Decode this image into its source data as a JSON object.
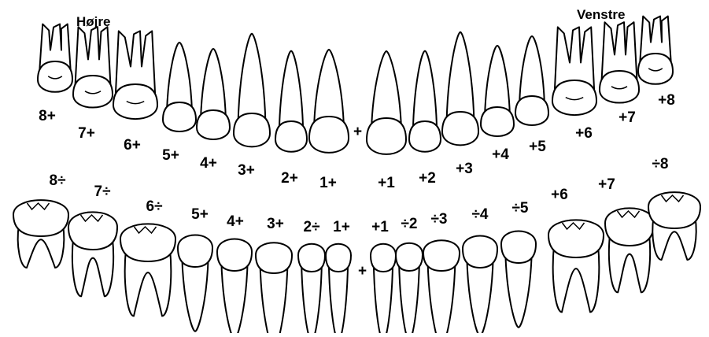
{
  "labels": {
    "right": "Højre",
    "left": "Venstre",
    "upper_midline": "+",
    "lower_midline": "+"
  },
  "upper_teeth": [
    {
      "label": "8+",
      "type": "molar"
    },
    {
      "label": "7+",
      "type": "molar"
    },
    {
      "label": "6+",
      "type": "molar"
    },
    {
      "label": "5+",
      "type": "premolar"
    },
    {
      "label": "4+",
      "type": "premolar"
    },
    {
      "label": "3+",
      "type": "canine"
    },
    {
      "label": "2+",
      "type": "incisor"
    },
    {
      "label": "1+",
      "type": "incisor"
    },
    {
      "label": "+1",
      "type": "incisor"
    },
    {
      "label": "+2",
      "type": "incisor"
    },
    {
      "label": "+3",
      "type": "canine"
    },
    {
      "label": "+4",
      "type": "premolar"
    },
    {
      "label": "+5",
      "type": "premolar"
    },
    {
      "label": "+6",
      "type": "molar"
    },
    {
      "label": "+7",
      "type": "molar"
    },
    {
      "label": "+8",
      "type": "molar"
    }
  ],
  "lower_teeth": [
    {
      "label": "8÷",
      "type": "molar"
    },
    {
      "label": "7÷",
      "type": "molar"
    },
    {
      "label": "6÷",
      "type": "molar"
    },
    {
      "label": "5+",
      "type": "premolar"
    },
    {
      "label": "4+",
      "type": "premolar"
    },
    {
      "label": "3+",
      "type": "canine"
    },
    {
      "label": "2÷",
      "type": "incisor"
    },
    {
      "label": "1+",
      "type": "incisor"
    },
    {
      "label": "+1",
      "type": "incisor"
    },
    {
      "label": "÷2",
      "type": "incisor"
    },
    {
      "label": "÷3",
      "type": "canine"
    },
    {
      "label": "÷4",
      "type": "premolar"
    },
    {
      "label": "÷5",
      "type": "premolar"
    },
    {
      "label": "+6",
      "type": "molar"
    },
    {
      "label": "+7",
      "type": "molar"
    },
    {
      "label": "÷8",
      "type": "molar"
    }
  ]
}
